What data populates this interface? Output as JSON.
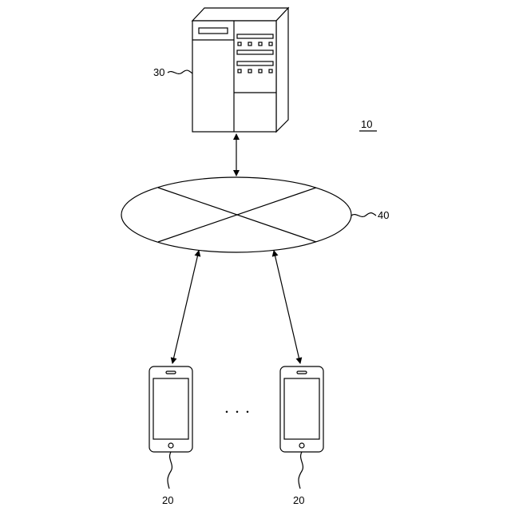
{
  "labels": {
    "system": "10",
    "server": "30",
    "network": "40",
    "terminal_left": "20",
    "terminal_right": "20",
    "ellipsis": "・・・"
  }
}
